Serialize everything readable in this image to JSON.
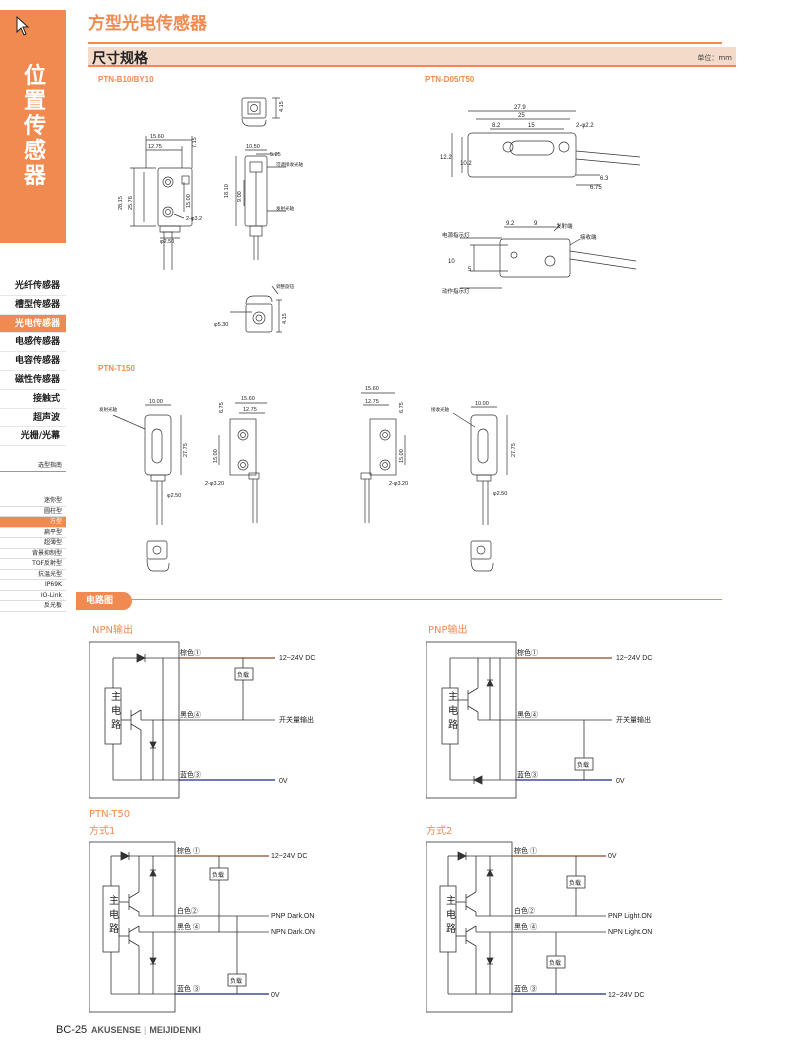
{
  "sidebar": {
    "vertical_title": "位置传感器",
    "categories": [
      "光纤传感器",
      "槽型传感器",
      "光电传感器",
      "电感传感器",
      "电容传感器",
      "磁性传感器",
      "接触式",
      "超声波",
      "光栅/光幕"
    ],
    "active_category": 2,
    "guide": "选型指南",
    "subtypes": [
      "迷你型",
      "圆柱型",
      "方型",
      "扁平型",
      "超薄型",
      "背景抑制型",
      "TOF反射型",
      "抗温光型",
      "IP69K",
      "IO-Link",
      "反光板"
    ],
    "active_subtype": 2
  },
  "page": {
    "title": "方型光电传感器"
  },
  "section": {
    "title": "尺寸规格",
    "unit": "单位：mm"
  },
  "models": {
    "b10": "PTN-B10/BY10",
    "d05": "PTN-D05/T50",
    "t150": "PTN-T150"
  },
  "dims_b10": {
    "w1": "15.60",
    "w2": "12.75",
    "h_top": "7.15",
    "h_out": "28.15",
    "h_in": "25.76",
    "h_mid": "15.00",
    "hole": "2-φ3.2",
    "cable": "φ2.50",
    "side_w": "10.50",
    "side_top": "5.25",
    "side_h": "18.10",
    "side_mid": "9.00",
    "knob_label": "可调接收光轴",
    "emit_label": "发射光轴",
    "top_h": "4.15",
    "bottom_label": "调整旋钮",
    "bottom_d": "φ5.30",
    "bottom_h": "4.15"
  },
  "dims_d05": {
    "w_total": "27.9",
    "w_inner": "25",
    "w_a": "8.2",
    "w_b": "15",
    "hole": "2-φ2.2",
    "h_outer": "12.2",
    "h_inner": "10.2",
    "r1": "6.3",
    "r2": "6.75",
    "t1": "9.2",
    "t2": "9",
    "power_led": "电源指示灯",
    "emitter": "发射端",
    "receiver": "接收端",
    "h10": "10",
    "h5": "5",
    "action_led": "动作指示灯"
  },
  "dims_t150": {
    "emit_label": "发射光轴",
    "recv_label": "接收光轴",
    "w": "10.00",
    "h": "27.75",
    "w1": "15.60",
    "w2": "12.75",
    "h_top": "6.75",
    "h_mid": "15.00",
    "hole": "2-φ3.20",
    "cable": "φ2.50"
  },
  "circuits": {
    "heading": "电路图",
    "npn_title": "NPN输出",
    "pnp_title": "PNP输出",
    "t50_title": "PTN-T50",
    "mode1": "方式1",
    "mode2": "方式2",
    "main_circuit": [
      "主",
      "电",
      "路"
    ],
    "brown": "棕色①",
    "black": "黑色④",
    "blue": "蓝色③",
    "brown_sp": "棕色 ①",
    "white": "白色②",
    "black_sp": "黑色 ④",
    "blue_sp": "蓝色 ③",
    "load": "负载",
    "v12": "12~24V DC",
    "v0": "0V",
    "switch_out": "开关量输出",
    "pnp_dark": "PNP Dark.ON",
    "npn_dark": "NPN Dark.ON",
    "pnp_light": "PNP Light.ON",
    "npn_light": "NPN Light.ON"
  },
  "footer": {
    "page_no": "BC-25",
    "brand1": "AKUSENSE",
    "sep": "|",
    "brand2": "MEIJIDENKI"
  },
  "colors": {
    "accent": "#f08a50",
    "brown_wire": "#8b4a2b",
    "blue_wire": "#1a2a8a"
  }
}
